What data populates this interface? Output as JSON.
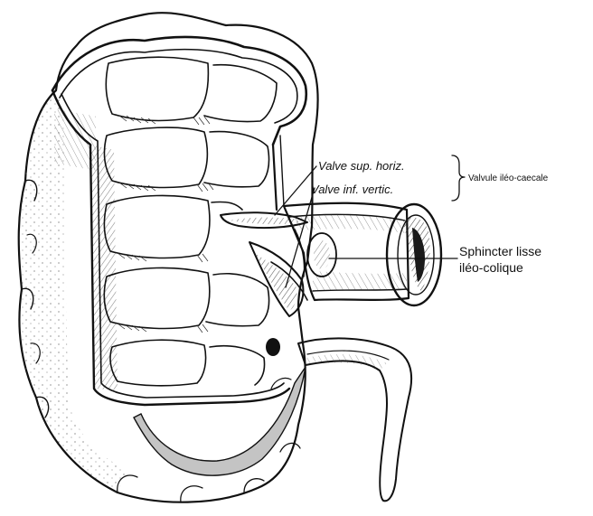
{
  "labels": {
    "valve_sup": "Valve sup. horiz.",
    "valve_inf": "Valve inf. vertic.",
    "valvule": "Valvule iléo-caecale",
    "sphincter_line1": "Sphincter lisse",
    "sphincter_line2": "iléo-colique"
  },
  "colors": {
    "ink": "#111111",
    "appendix_fill": "#c4c4c4",
    "background": "#ffffff"
  }
}
